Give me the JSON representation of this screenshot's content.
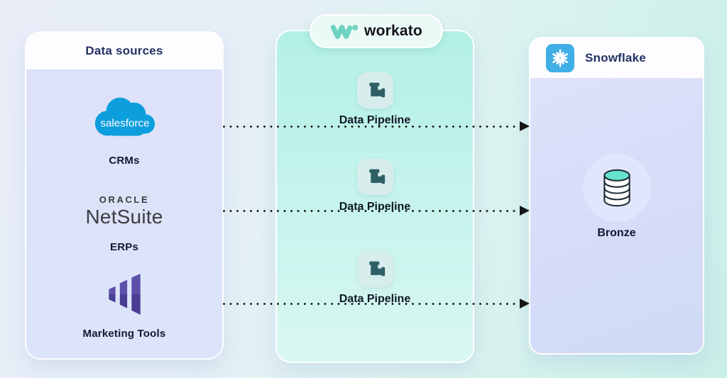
{
  "colors": {
    "workato_teal": "#6fd3c2",
    "salesforce_blue": "#0d9edd",
    "snowflake_blue": "#3fafe6",
    "marketo_purple_light": "#5d50aa",
    "marketo_purple_dark": "#4a3e92",
    "pipe_teal": "#2e5f66",
    "db_top_teal": "#67e2cc",
    "db_outline": "#22303c"
  },
  "left_panel": {
    "title": "Data sources",
    "items": [
      {
        "name": "salesforce",
        "logo_text": "salesforce",
        "label": "CRMs"
      },
      {
        "name": "oracle-netsuite",
        "logo_line1": "ORACLE",
        "logo_line2": "NetSuite",
        "label": "ERPs"
      },
      {
        "name": "marketo",
        "label": "Marketing Tools"
      }
    ]
  },
  "workato_badge": {
    "label": "workato"
  },
  "middle_panel": {
    "pipelines": [
      {
        "label": "Data Pipeline"
      },
      {
        "label": "Data Pipeline"
      },
      {
        "label": "Data Pipeline"
      }
    ]
  },
  "right_panel": {
    "title": "Snowflake",
    "stage_label": "Bronze"
  }
}
